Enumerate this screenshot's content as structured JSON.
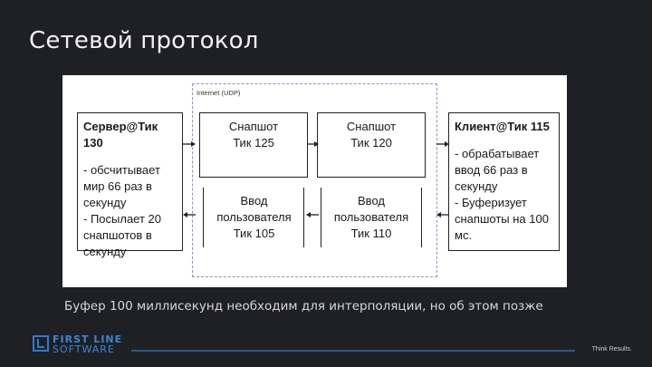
{
  "slide": {
    "title": "Сетевой протокол",
    "caption": "Буфер 100 миллисекунд необходим для интерполяции, но об этом позже"
  },
  "diagram": {
    "zone_label": "Internet (UDP)",
    "server": {
      "header": "Сервер@Тик 130",
      "body": "- обсчитывает\nмир 66 раз в\nсекунду\n- Посылает 20\nснапшотов в\nсекунду"
    },
    "client": {
      "header": "Клиент@Тик 115",
      "body": "- обрабатывает\nввод 66 раз в\nсекунду\n- Буферизует\nснапшоты на 100\nмс."
    },
    "snapshots": [
      {
        "label": "Снапшот\nТик 125"
      },
      {
        "label": "Снапшот\nТик 120"
      }
    ],
    "inputs": [
      {
        "label": "Ввод\nпользователя\nТик 105"
      },
      {
        "label": "Ввод\nпользователя\nТик 110"
      }
    ]
  },
  "footer": {
    "logo_line1": "FIRST LINE",
    "logo_line2": "SOFTWARE",
    "tagline": "Think Results."
  },
  "colors": {
    "background": "#1f2023",
    "accent": "#3a86d8",
    "zone_border": "#8a93c8"
  }
}
